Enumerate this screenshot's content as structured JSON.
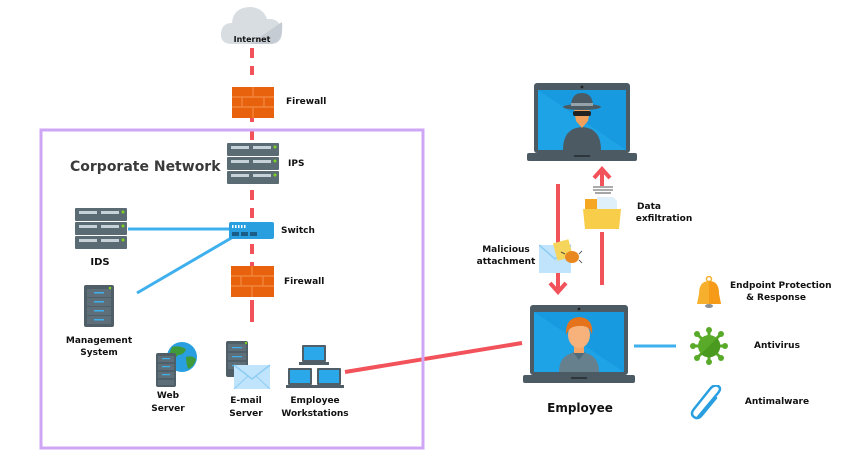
{
  "internet": {
    "label": "Internet"
  },
  "perimeter": {
    "firewall_label": "Firewall"
  },
  "corporate": {
    "title": "Corporate Network",
    "ips_label": "IPS",
    "ids_label": "IDS",
    "switch_label": "Switch",
    "firewall_label": "Firewall",
    "mgmt_label_1": "Management",
    "mgmt_label_2": "System",
    "web_label_1": "Web",
    "web_label_2": "Server",
    "email_label_1": "E-mail",
    "email_label_2": "Server",
    "ws_label_1": "Employee",
    "ws_label_2": "Workstations"
  },
  "attack": {
    "malicious_1": "Malicious",
    "malicious_2": "attachment",
    "exfil_1": "Data",
    "exfil_2": "exfiltration"
  },
  "employee": {
    "label": "Employee"
  },
  "protections": {
    "edr_1": "Endpoint Protection",
    "edr_2": "& Response",
    "antivirus": "Antivirus",
    "antimalware": "Antimalware"
  },
  "colors": {
    "red_link": "#f2525a",
    "blue_link": "#3fb0ee",
    "boundary": "#cfa6f5",
    "firewall": "#e8620e",
    "screen": "#1ea3e6",
    "laptop_frame": "#4c5a63"
  }
}
